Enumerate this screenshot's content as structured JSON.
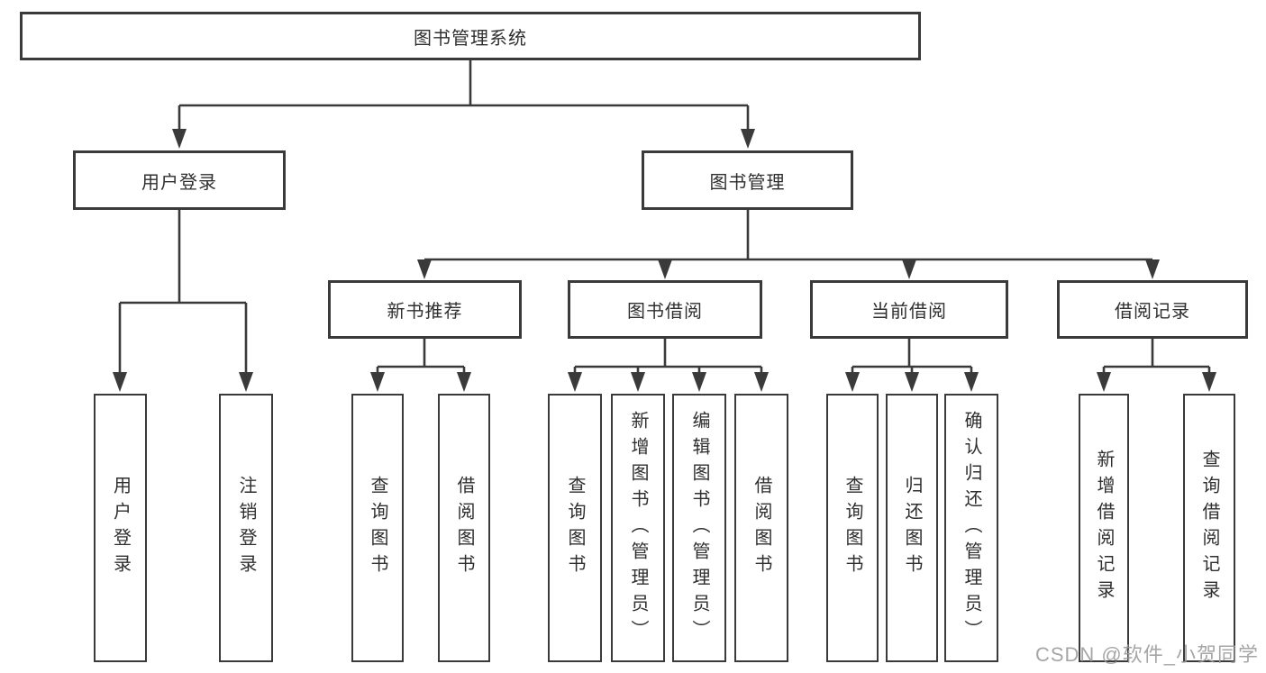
{
  "diagram": {
    "type": "hierarchy",
    "root": {
      "label": "图书管理系统"
    },
    "level2": [
      {
        "label": "用户登录"
      },
      {
        "label": "图书管理"
      }
    ],
    "level3": [
      {
        "label": "新书推荐",
        "parent": "图书管理"
      },
      {
        "label": "图书借阅",
        "parent": "图书管理"
      },
      {
        "label": "当前借阅",
        "parent": "图书管理"
      },
      {
        "label": "借阅记录",
        "parent": "图书管理"
      }
    ],
    "leaves": {
      "user_login": [
        {
          "label": "用户登录"
        },
        {
          "label": "注销登录"
        }
      ],
      "new_book_recommend": [
        {
          "label": "查询图书"
        },
        {
          "label": "借阅图书"
        }
      ],
      "book_borrow": [
        {
          "label": "查询图书"
        },
        {
          "label": "新增图书（管理员）"
        },
        {
          "label": "编辑图书（管理员）"
        },
        {
          "label": "借阅图书"
        }
      ],
      "current_borrow": [
        {
          "label": "查询图书"
        },
        {
          "label": "归还图书"
        },
        {
          "label": "确认归还（管理员）"
        }
      ],
      "borrow_records": [
        {
          "label": "新增借阅记录"
        },
        {
          "label": "查询借阅记录"
        }
      ]
    }
  },
  "watermark": {
    "text": "CSDN @软件_小贺同学"
  },
  "colors": {
    "line": "#3a3a3a",
    "text": "#2f2f2f",
    "background": "#ffffff",
    "watermark": "#9a9a9a"
  }
}
